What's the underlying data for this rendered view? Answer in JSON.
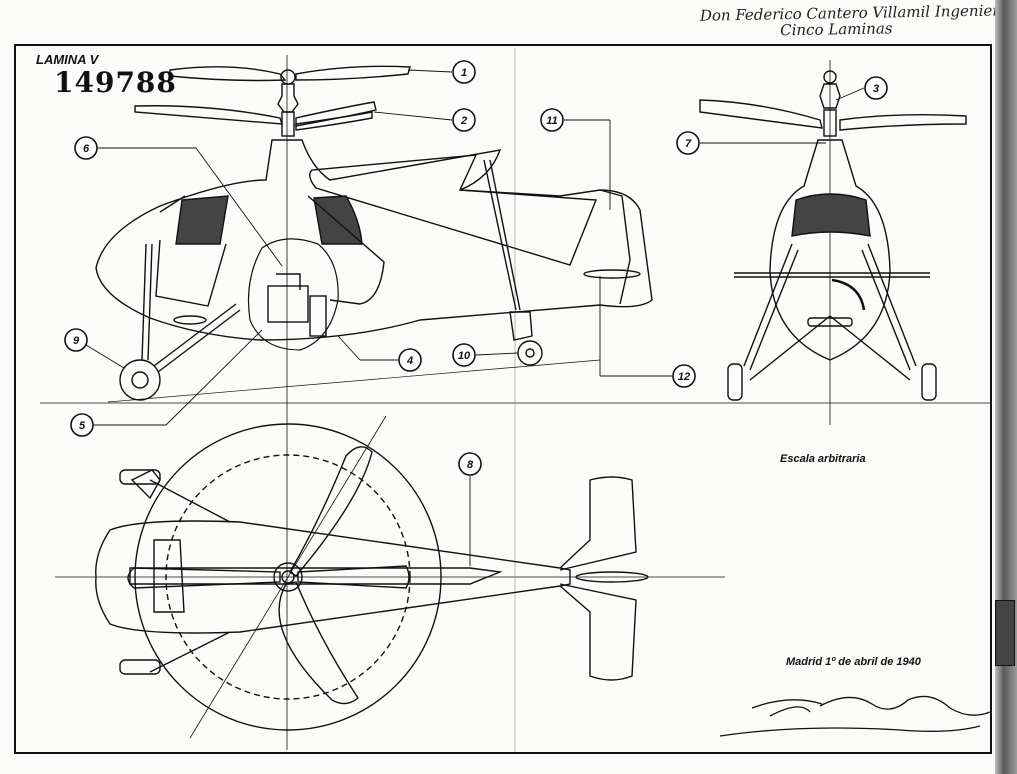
{
  "header": {
    "handwritten_line1": "Don Federico Cantero Villamil Ingeniero",
    "handwritten_line2": "Cinco Laminas"
  },
  "sheet": {
    "lamina": "LAMINA V",
    "number": "149788",
    "scale_note": "Escala arbitraria",
    "date": "Madrid 1º de abril de 1940",
    "signature": "Federico Cantero Villamil"
  },
  "callouts": [
    "1",
    "2",
    "3",
    "4",
    "5",
    "6",
    "7",
    "8",
    "9",
    "10",
    "11",
    "12"
  ]
}
